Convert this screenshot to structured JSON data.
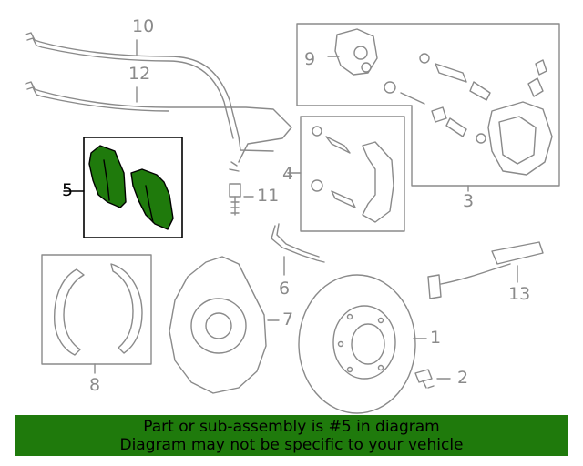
{
  "callouts": {
    "c1": "1",
    "c2": "2",
    "c3": "3",
    "c4": "4",
    "c5": "5",
    "c6": "6",
    "c7": "7",
    "c8": "8",
    "c9": "9",
    "c10": "10",
    "c11": "11",
    "c12": "12",
    "c13": "13"
  },
  "highlight_color": "#1f7a0c",
  "banner": {
    "line1": "Part or sub-assembly is #5 in diagram",
    "line2": "Diagram may not be specific to your vehicle"
  }
}
